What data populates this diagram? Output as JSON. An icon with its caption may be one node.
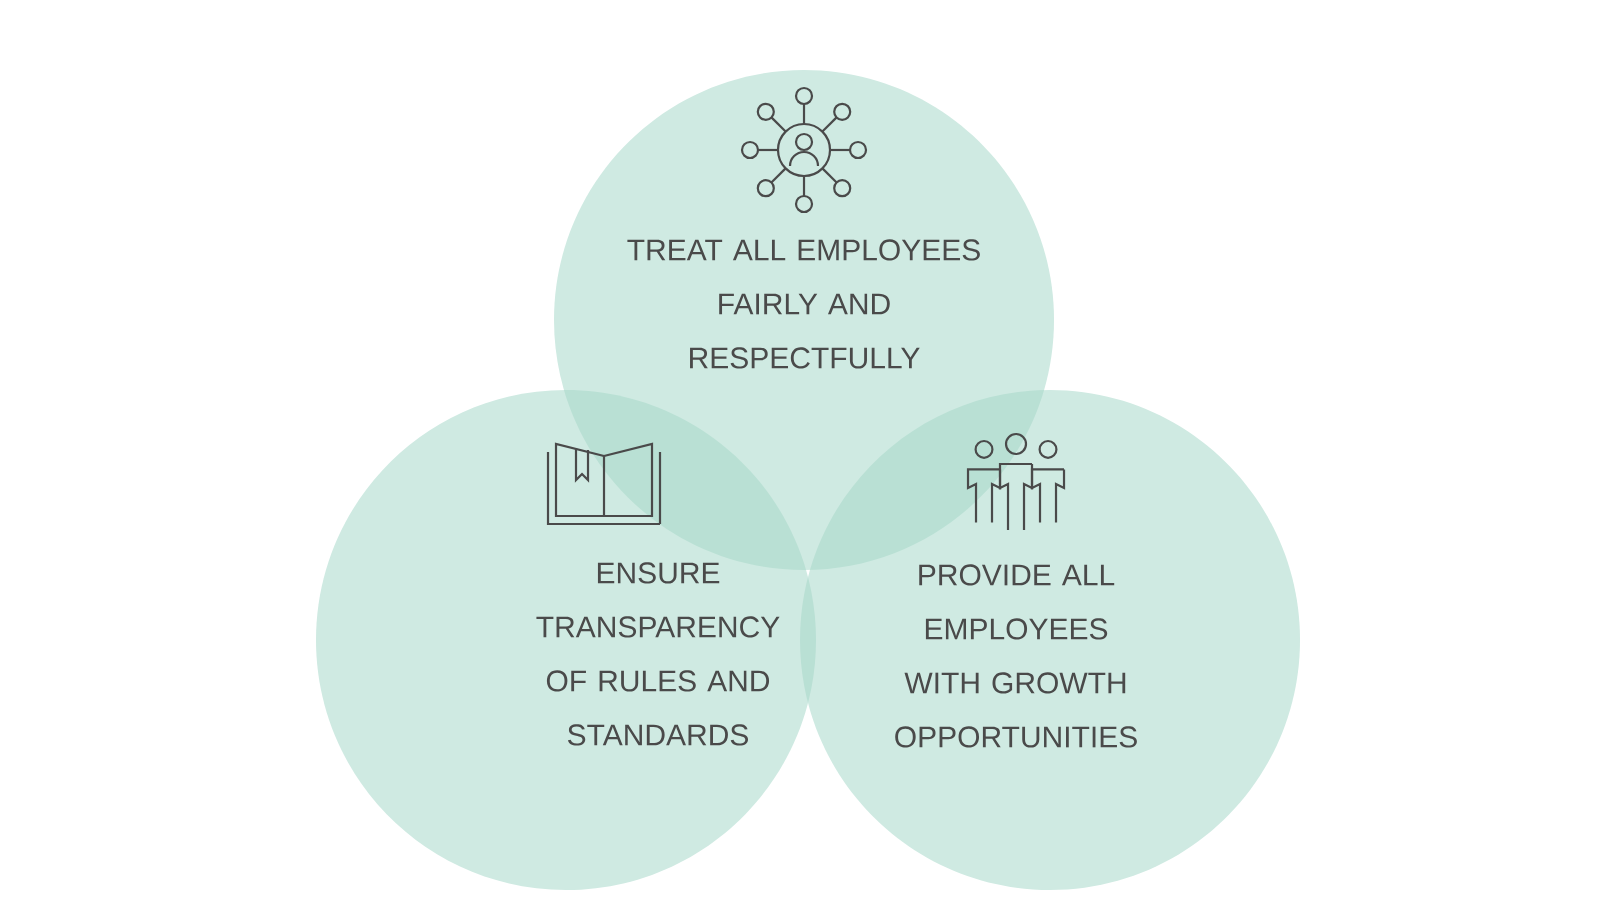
{
  "diagram": {
    "nodes": [
      {
        "text": [
          "TREAT ALL EMPLOYEES FAIRLY AND RESPECTFULLY"
        ]
      },
      {
        "text": [
          "ENSURE TRANSPARENCY OF RULES AND STANDARDS"
        ]
      },
      {
        "text": [
          "PROVIDE ALL EMPLOYEES WITH GROWTH OPPORTUNITIES"
        ]
      }
    ]
  }
}
